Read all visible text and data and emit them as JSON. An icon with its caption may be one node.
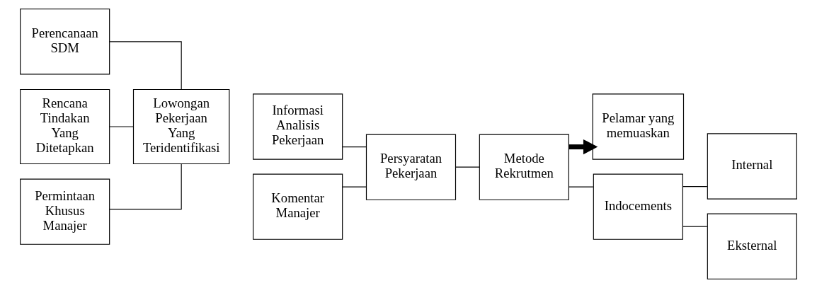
{
  "diagram": {
    "nodes": [
      {
        "text": [
          "Perencanaan SDM"
        ]
      },
      {
        "text": [
          "Rencana Tindakan Yang Ditetapkan"
        ]
      },
      {
        "text": [
          "Permintaan Khusus Manajer"
        ]
      },
      {
        "text": [
          "Lowongan Pekerjaan Yang Teridentifikasi"
        ]
      },
      {
        "text": [
          "Informasi Analisis Pekerjaan"
        ]
      },
      {
        "text": [
          "Komentar Manajer"
        ]
      },
      {
        "text": [
          "Persyaratan Pekerjaan"
        ]
      },
      {
        "text": [
          "Metode Rekrutmen"
        ]
      },
      {
        "text": [
          "Pelamar yang memuaskan"
        ]
      },
      {
        "text": [
          "Indocements"
        ]
      },
      {
        "text": [
          "Internal"
        ]
      },
      {
        "text": [
          "Eksternal"
        ]
      }
    ],
    "edges": [
      {
        "from": 0,
        "to": 3,
        "arrow": "none"
      },
      {
        "from": 1,
        "to": 3,
        "arrow": "none"
      },
      {
        "from": 2,
        "to": 3,
        "arrow": "none"
      },
      {
        "from": 4,
        "to": 6,
        "arrow": "none"
      },
      {
        "from": 5,
        "to": 6,
        "arrow": "none"
      },
      {
        "from": 6,
        "to": 7,
        "arrow": "none"
      },
      {
        "from": 7,
        "to": 8,
        "arrow": "to",
        "style": "thick"
      },
      {
        "from": 7,
        "to": 9,
        "arrow": "none"
      },
      {
        "from": 9,
        "to": 10,
        "arrow": "none"
      },
      {
        "from": 9,
        "to": 11,
        "arrow": "none"
      }
    ]
  }
}
